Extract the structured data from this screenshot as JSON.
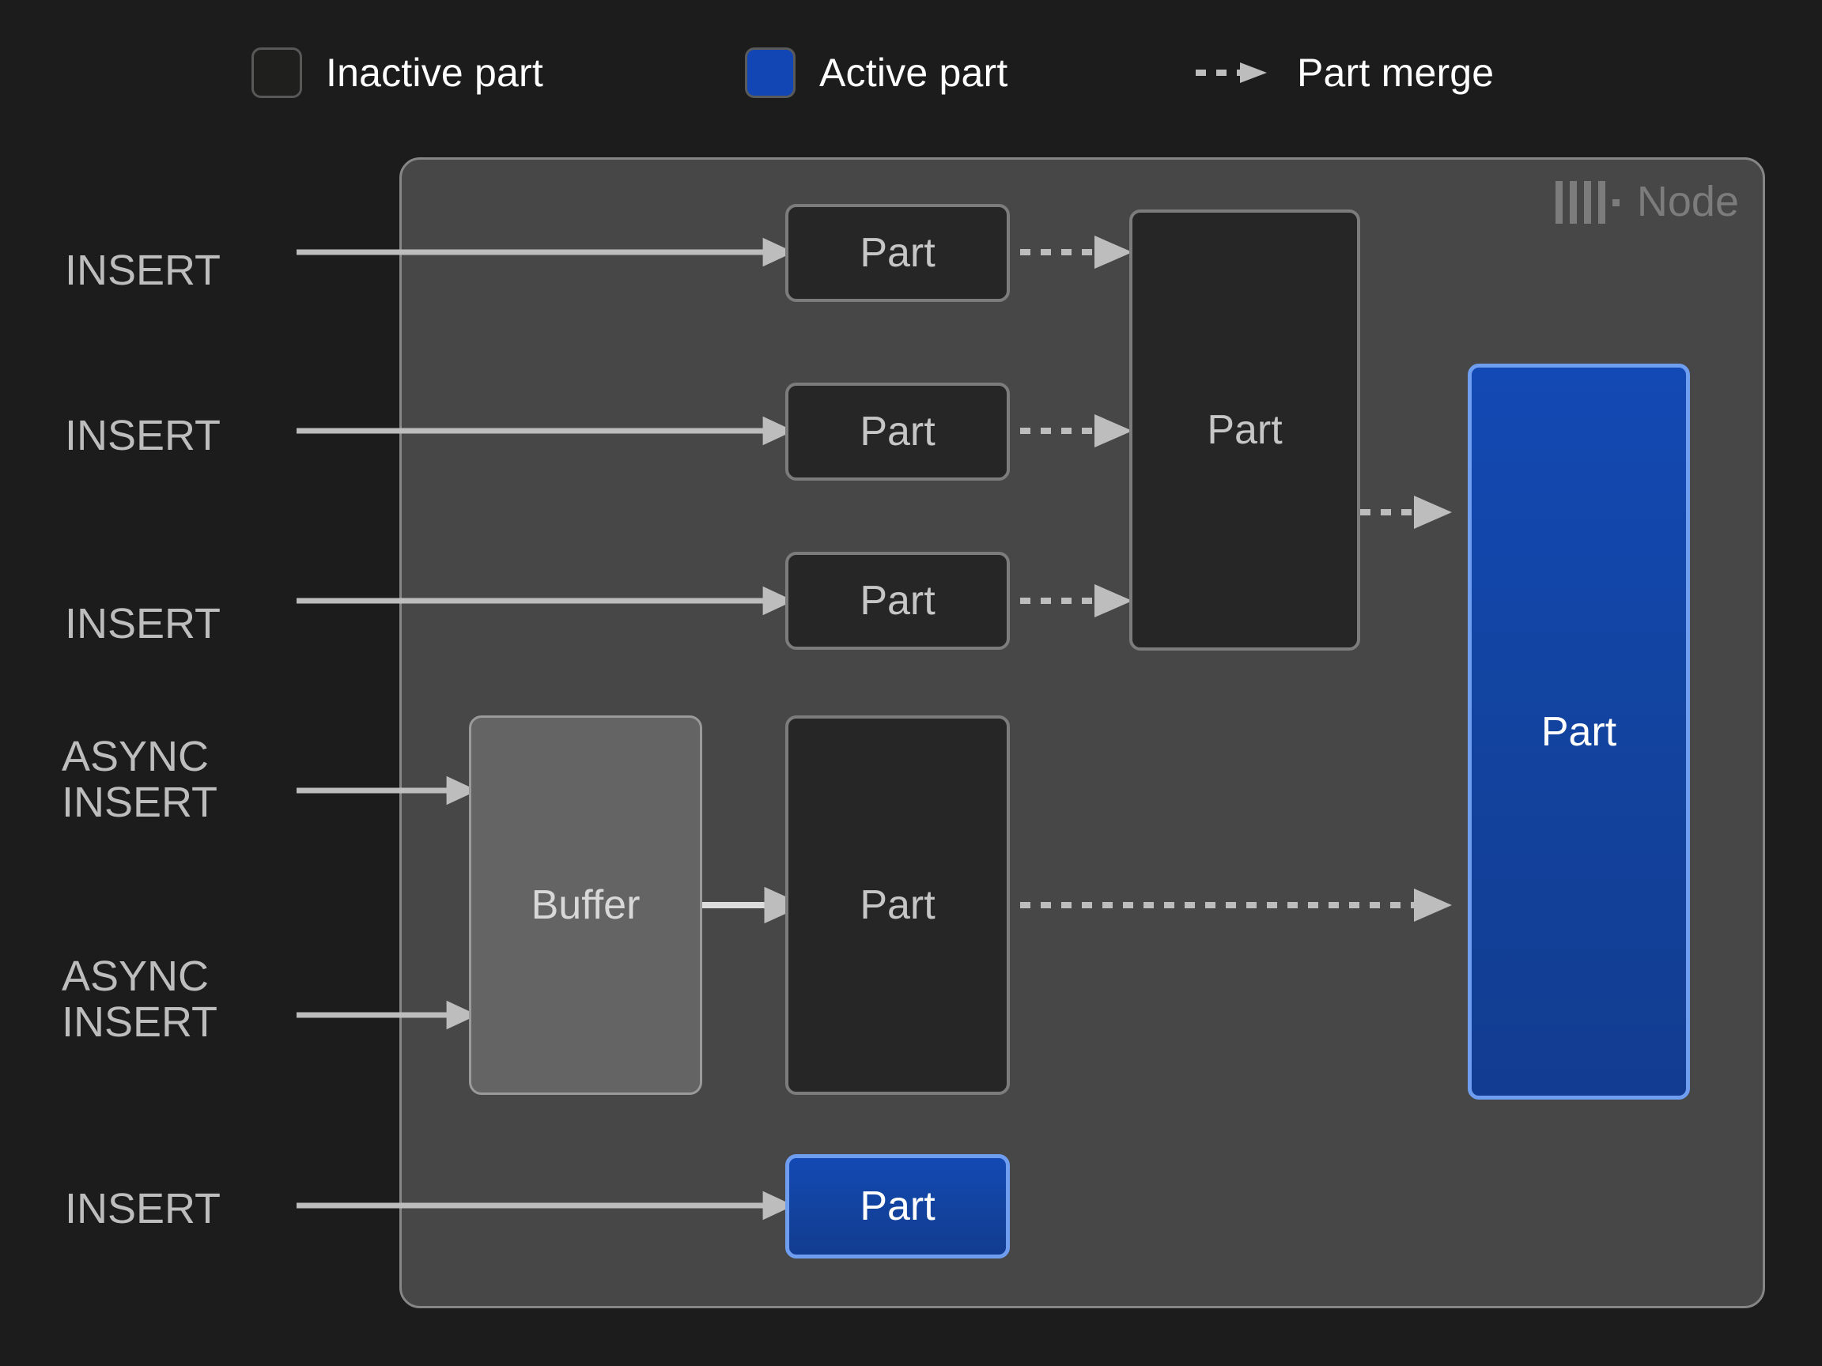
{
  "page": {
    "background": "#1c1c1c",
    "title": "Node part merge diagram"
  },
  "legend": {
    "items": [
      {
        "key": "inactive",
        "label": "Inactive part",
        "icon": "square-outline-icon",
        "color": "#1f201e",
        "border": "#585858"
      },
      {
        "key": "active",
        "label": "Active part",
        "icon": "square-filled-icon",
        "color": "#1246B4",
        "border": "#5a5a5a"
      },
      {
        "key": "merge",
        "label": "Part merge",
        "icon": "dashed-arrow-icon",
        "color": "#bdbdbd"
      }
    ]
  },
  "node": {
    "label": "Node",
    "logo_icon": "clickhouse-bars-icon",
    "background": "#474747",
    "border": "#868686",
    "label_color": "#7c7c7c"
  },
  "sources": [
    {
      "id": "insert-1",
      "label": "INSERT",
      "lines": [
        "INSERT"
      ]
    },
    {
      "id": "insert-2",
      "label": "INSERT",
      "lines": [
        "INSERT"
      ]
    },
    {
      "id": "insert-3",
      "label": "INSERT",
      "lines": [
        "INSERT"
      ]
    },
    {
      "id": "async-insert-1",
      "label": "ASYNC INSERT",
      "lines": [
        "ASYNC",
        "INSERT"
      ]
    },
    {
      "id": "async-insert-2",
      "label": "ASYNC INSERT",
      "lines": [
        "ASYNC",
        "INSERT"
      ]
    },
    {
      "id": "insert-4",
      "label": "INSERT",
      "lines": [
        "INSERT"
      ]
    }
  ],
  "boxes": [
    {
      "id": "part-1",
      "label": "Part",
      "state": "inactive"
    },
    {
      "id": "part-2",
      "label": "Part",
      "state": "inactive"
    },
    {
      "id": "part-3",
      "label": "Part",
      "state": "inactive"
    },
    {
      "id": "part-merged-1",
      "label": "Part",
      "state": "inactive"
    },
    {
      "id": "buffer",
      "label": "Buffer",
      "state": "buffer"
    },
    {
      "id": "part-from-buffer",
      "label": "Part",
      "state": "inactive"
    },
    {
      "id": "part-active-large",
      "label": "Part",
      "state": "active"
    },
    {
      "id": "part-active-small",
      "label": "Part",
      "state": "active"
    }
  ],
  "colors": {
    "background": "#1c1c1c",
    "node_fill": "#474747",
    "node_border": "#868686",
    "inactive_fill": "#262626",
    "inactive_border": "#7c7c7c",
    "buffer_fill": "#646464",
    "buffer_border": "#9a9a9a",
    "active_fill": "#1246B4",
    "active_border": "#6f9df0",
    "arrow": "#bdbdbd",
    "text_muted": "#bdbdbd",
    "text_box": "#c6c6c6",
    "text_white": "#ffffff"
  }
}
